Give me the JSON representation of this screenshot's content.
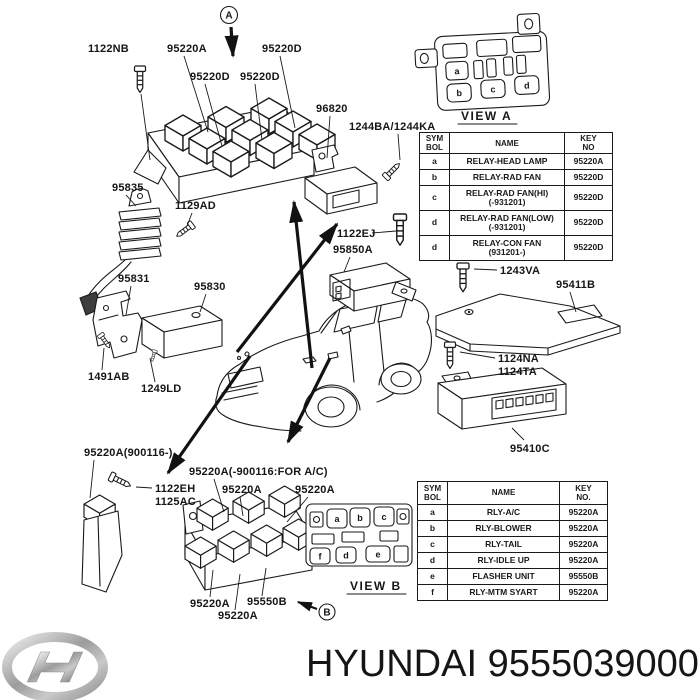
{
  "brand": {
    "name": "HYUNDAI",
    "part_number": "9555039000"
  },
  "markers": {
    "a": "A",
    "b": "B"
  },
  "view_a": {
    "title": "VIEW A",
    "cells": [
      "a",
      "b",
      "c",
      "d"
    ]
  },
  "view_b": {
    "title": "VIEW B",
    "cells": [
      "a",
      "b",
      "c",
      "f",
      "d",
      "e"
    ]
  },
  "labels": {
    "p1122nb": "1122NB",
    "p95220a_top": "95220A",
    "p95220d_1": "95220D",
    "p95220d_2": "95220D",
    "p95220d_3": "95220D",
    "p96820": "96820",
    "p1244": "1244BA/1244KA",
    "p95835": "95835",
    "p1129ad": "1129AD",
    "p95831": "95831",
    "p95830": "95830",
    "p1491ab": "1491AB",
    "p1249ld": "1249LD",
    "p1122ej": "1122EJ",
    "p95850a": "95850A",
    "p1243va": "1243VA",
    "p95411b": "95411B",
    "p1124na": "1124NA",
    "p1124ta": "1124TA",
    "p95410c": "95410C",
    "p95220a_from": "95220A(900116-)",
    "p1122eh": "1122EH",
    "p1125ac": "1125AC",
    "p95220a_ac": "95220A(-900116:FOR A/C)",
    "p95220a_mid1": "95220A",
    "p95220a_mid2": "95220A",
    "p95220a_bot1": "95220A",
    "p95550b": "95550B",
    "p95220a_bot2": "95220A"
  },
  "table_a": {
    "headers": {
      "sym": [
        "SYM",
        "BOL"
      ],
      "name": "NAME",
      "key": [
        "KEY",
        "NO"
      ]
    },
    "rows": [
      {
        "sym": "a",
        "name1": "RELAY-HEAD LAMP",
        "name2": "",
        "key": "95220A"
      },
      {
        "sym": "b",
        "name1": "RELAY-RAD FAN",
        "name2": "",
        "key": "95220D"
      },
      {
        "sym": "c",
        "name1": "RELAY-RAD FAN(HI)",
        "name2": "(-931201)",
        "key": "95220D"
      },
      {
        "sym": "d",
        "name1": "RELAY-RAD FAN(LOW)",
        "name2": "(-931201)",
        "key": "95220D"
      },
      {
        "sym": "d",
        "name1": "RELAY-CON FAN",
        "name2": "(931201-)",
        "key": "95220D"
      }
    ]
  },
  "table_b": {
    "headers": {
      "sym": [
        "SYM",
        "BOL"
      ],
      "name": "NAME",
      "key": [
        "KEY",
        "NO."
      ]
    },
    "rows": [
      {
        "sym": "a",
        "name": "RLY-A/C",
        "key": "95220A"
      },
      {
        "sym": "b",
        "name": "RLY-BLOWER",
        "key": "95220A"
      },
      {
        "sym": "c",
        "name": "RLY-TAIL",
        "key": "95220A"
      },
      {
        "sym": "d",
        "name": "RLY-IDLE UP",
        "key": "95220A"
      },
      {
        "sym": "e",
        "name": "FLASHER UNIT",
        "key": "95550B"
      },
      {
        "sym": "f",
        "name": "RLY-MTM SYART",
        "key": "95220A"
      }
    ]
  }
}
